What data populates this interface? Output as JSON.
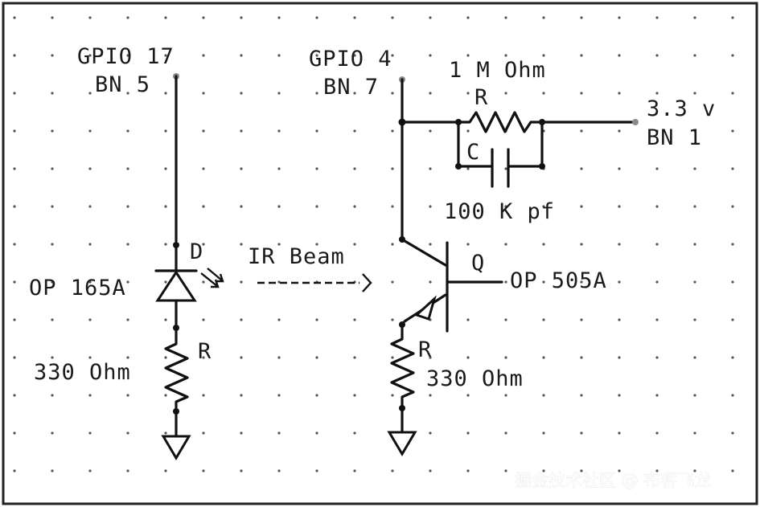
{
  "labels": {
    "gpio17": "GPIO 17",
    "bn5": "BN 5",
    "gpio4": "GPIO 4",
    "bn7": "BN 7",
    "r_feedback_value": "1 M Ohm",
    "r_feedback": "R",
    "supply_voltage": "3.3 v",
    "bn1": "BN 1",
    "c_label": "C",
    "c_value": "100 K pf",
    "diode_label": "D",
    "diode_part": "OP 165A",
    "ir_beam": "IR Beam",
    "transistor_label": "Q",
    "transistor_part": "OP 505A",
    "r_left": "R",
    "r_left_value": "330 Ohm",
    "r_right": "R",
    "r_right_value": "330 Ohm"
  },
  "watermark": "掘金技术社区 @ 布客飞龙",
  "colors": {
    "wire": "#111111",
    "pin": "#8a8a8a",
    "background": "#ffffff",
    "grid": "#555555"
  }
}
